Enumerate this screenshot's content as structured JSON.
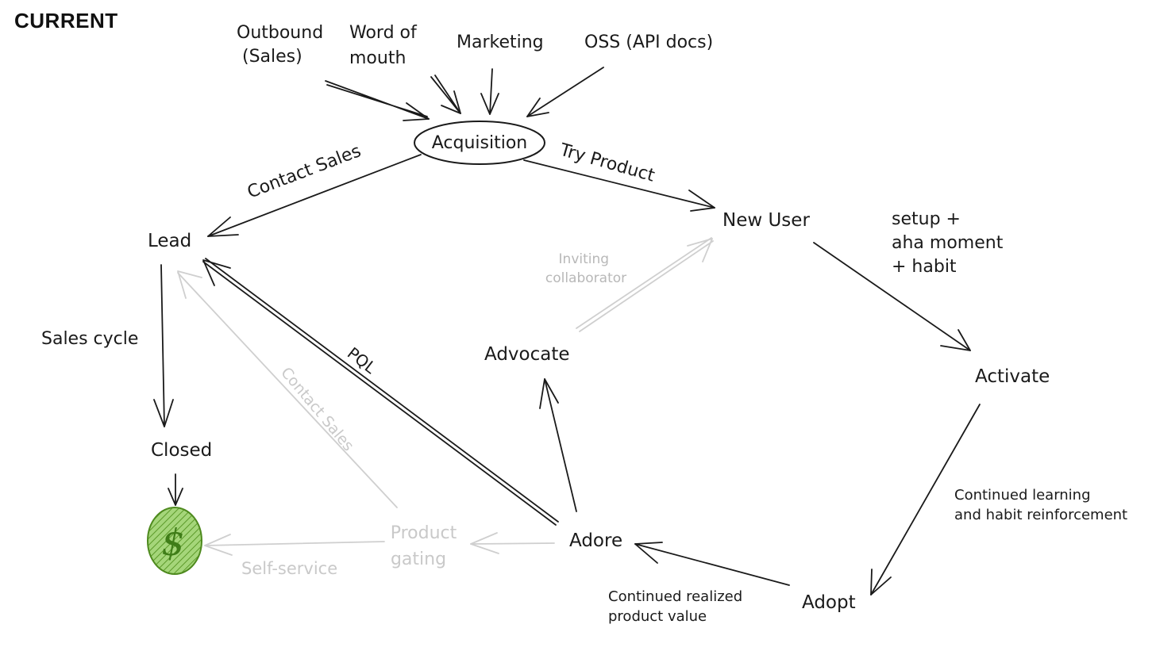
{
  "header": {
    "title": "CURRENT"
  },
  "sources": [
    {
      "id": "outbound",
      "lines": [
        "Outbound",
        "(Sales)"
      ]
    },
    {
      "id": "word-of-mouth",
      "lines": [
        "Word of",
        "mouth"
      ]
    },
    {
      "id": "marketing",
      "lines": [
        "Marketing"
      ]
    },
    {
      "id": "oss",
      "lines": [
        "OSS (API docs)"
      ]
    }
  ],
  "nodes": {
    "acquisition": "Acquisition",
    "lead": "Lead",
    "new_user": "New User",
    "activate": "Activate",
    "adopt": "Adopt",
    "adore": "Adore",
    "advocate": "Advocate",
    "closed": "Closed",
    "product_gating": [
      "Product",
      "gating"
    ],
    "dollar": "$"
  },
  "edge_labels": {
    "contact_sales": "Contact Sales",
    "try_product": "Try Product",
    "sales_cycle": "Sales cycle",
    "pql": "PQL",
    "contact_sales_faded": "Contact Sales",
    "inviting_collaborator": [
      "Inviting",
      "collaborator"
    ],
    "self_service": "Self-service",
    "continued_learning": [
      "Continued learning",
      "and habit reinforcement"
    ],
    "continued_value": [
      "Continued realized",
      "product value"
    ]
  },
  "notes": {
    "setup": [
      "setup +",
      "aha moment",
      "+ habit"
    ]
  },
  "colors": {
    "ink": "#1a1a1a",
    "faded": "#c9c9c9",
    "dollar_fill": "#7cb342",
    "dollar_stroke": "#4e8a1e"
  }
}
